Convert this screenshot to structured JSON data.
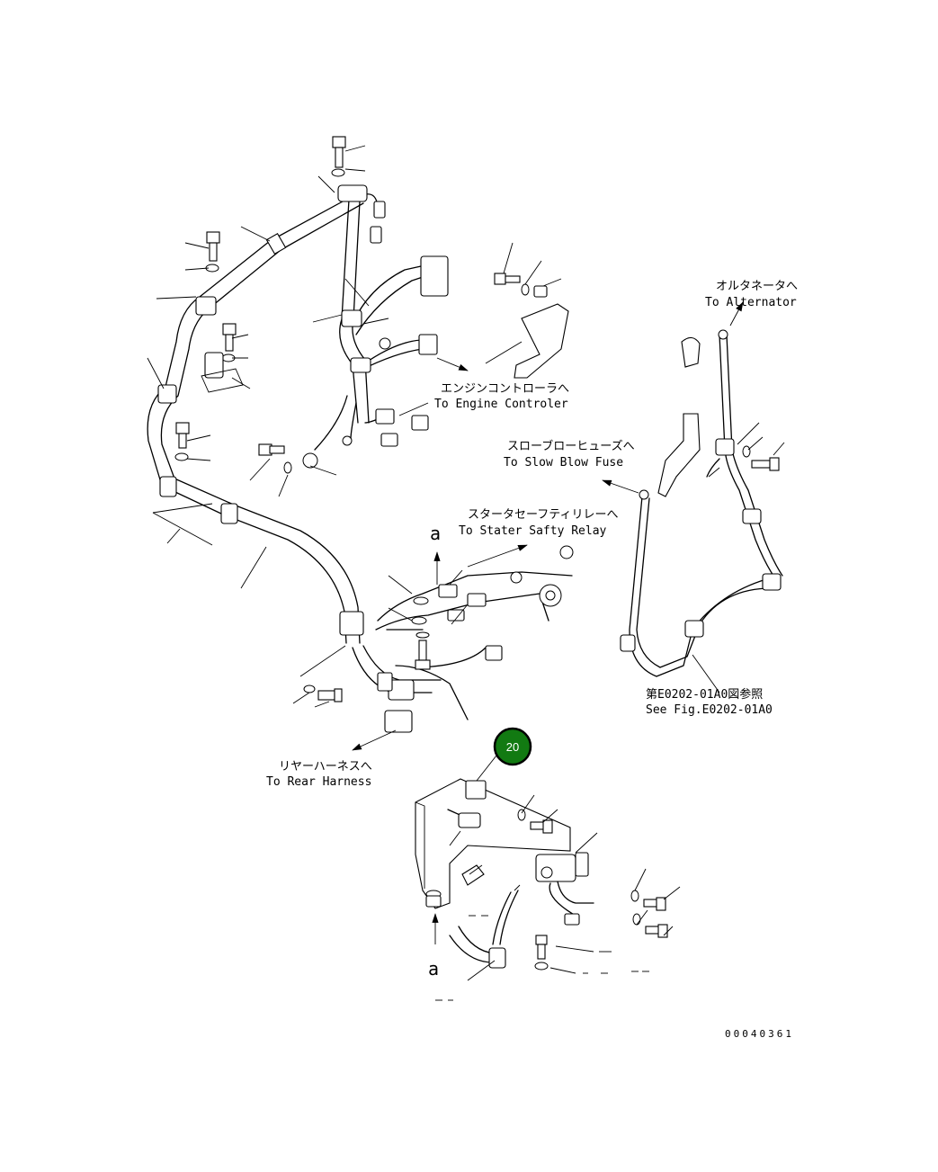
{
  "drawing_number": "00040361",
  "callout_badge": {
    "number": "20",
    "color": "#127a12"
  },
  "labels": {
    "alternator_jp": "オルタネータへ",
    "alternator_en": "To Alternator",
    "engine_controller_jp": "エンジンコントローラへ",
    "engine_controller_en": "To Engine Controler",
    "slow_blow_fuse_jp": "スローブローヒューズへ",
    "slow_blow_fuse_en": "To Slow Blow Fuse",
    "starter_relay_jp": "スタータセーフティリレーへ",
    "starter_relay_en": "To Stater Safty Relay",
    "see_fig_jp": "第E0202-01A0図参照",
    "see_fig_en": "See Fig.E0202-01A0",
    "rear_harness_jp": "リヤーハーネスへ",
    "rear_harness_en": "To Rear Harness",
    "view_a_top": "a",
    "view_a_bottom": "a"
  }
}
